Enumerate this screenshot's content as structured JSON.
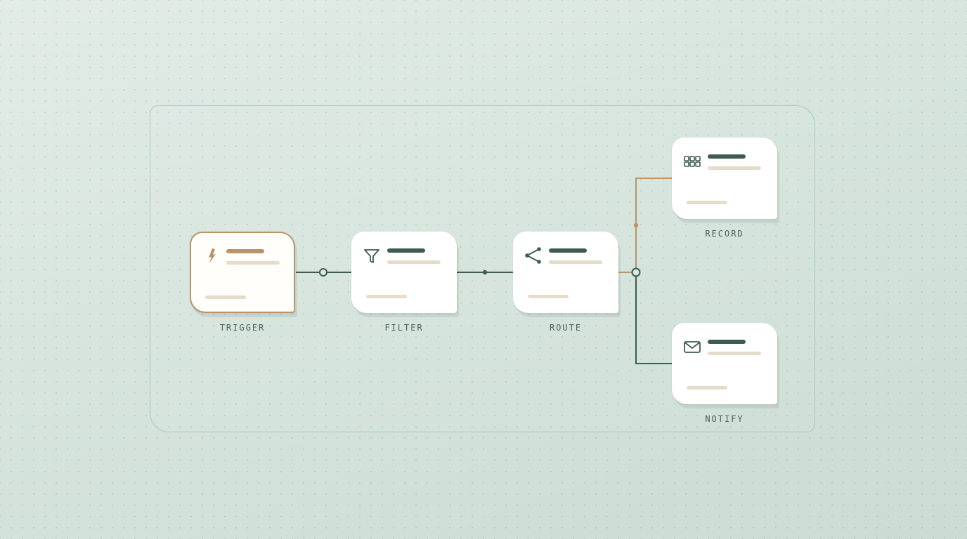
{
  "nodes": {
    "trigger": {
      "label": "TRIGGER",
      "icon": "lightning-bolt-icon",
      "accent": "#b89468"
    },
    "filter": {
      "label": "FILTER",
      "icon": "funnel-icon"
    },
    "route": {
      "label": "ROUTE",
      "icon": "share-branch-icon"
    },
    "record": {
      "label": "RECORD",
      "icon": "grid-icon"
    },
    "notify": {
      "label": "NOTIFY",
      "icon": "envelope-icon"
    }
  },
  "colors": {
    "primary": "#3e5b53",
    "accent": "#b89468",
    "placeholder": "#e6dccb",
    "background": "#d4e3dc"
  }
}
